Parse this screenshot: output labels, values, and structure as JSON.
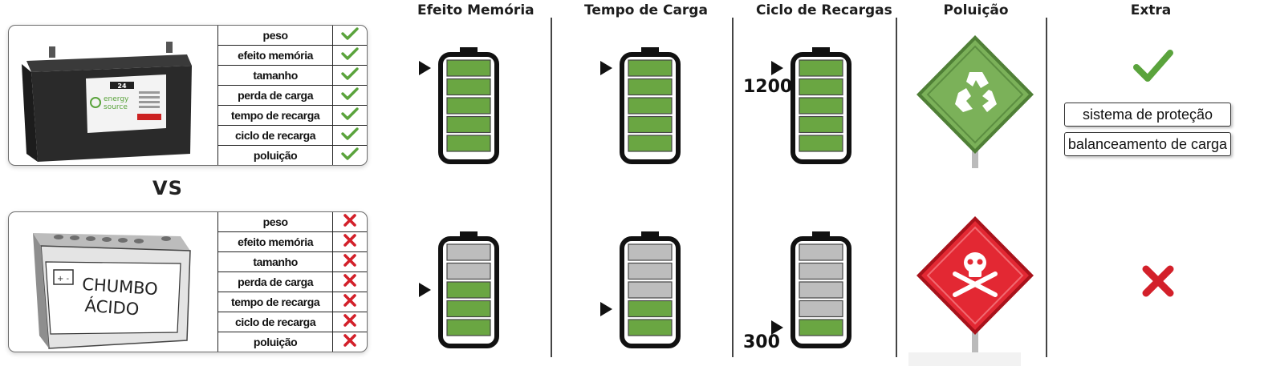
{
  "comparison": {
    "criteria": [
      "peso",
      "efeito memória",
      "tamanho",
      "perda de carga",
      "tempo de recarga",
      "ciclo de recarga",
      "poluição"
    ],
    "lithium": {
      "brand_line1": "energy",
      "brand_line2": "source",
      "voltage": "24",
      "result_icon": "check-icon",
      "result_color": "#5aa33c"
    },
    "vs_label": "VS",
    "lead_acid": {
      "label_line1": "CHUMBO",
      "label_line2": "ÁCIDO",
      "result_icon": "x-icon",
      "result_color": "#d3202a"
    }
  },
  "columns": {
    "memory_effect": "Efeito Memória",
    "charge_time": "Tempo de Carga",
    "recharge_cycles": "Ciclo de Recargas",
    "pollution": "Poluição",
    "extra": "Extra"
  },
  "batteries": {
    "memory_top": {
      "segments": 5,
      "filled": 5,
      "pointer_level": 5
    },
    "memory_bottom": {
      "segments": 5,
      "filled": 3,
      "pointer_level": 3
    },
    "charge_top": {
      "segments": 5,
      "filled": 5,
      "pointer_level": 5
    },
    "charge_bottom": {
      "segments": 5,
      "filled": 2,
      "pointer_level": 2
    },
    "cycles_top": {
      "segments": 5,
      "filled": 5,
      "pointer_level": 5
    },
    "cycles_bottom": {
      "segments": 5,
      "filled": 1,
      "pointer_level": 1
    }
  },
  "cycles": {
    "lithium": "1200",
    "lead_acid": "300"
  },
  "pollution": {
    "lithium_icon": "recycle-icon",
    "lithium_color": "#6fa84c",
    "lead_acid_icon": "skull-crossbones-icon",
    "lead_acid_color": "#e0242f"
  },
  "extra": {
    "lithium_icon": "check-icon",
    "features": [
      "sistema de proteção",
      "balanceamento de carga"
    ],
    "lead_acid_icon": "x-icon"
  },
  "colors": {
    "battery_fill": "#6aa642",
    "battery_empty": "#bdbdbd",
    "battery_outline": "#111111"
  }
}
